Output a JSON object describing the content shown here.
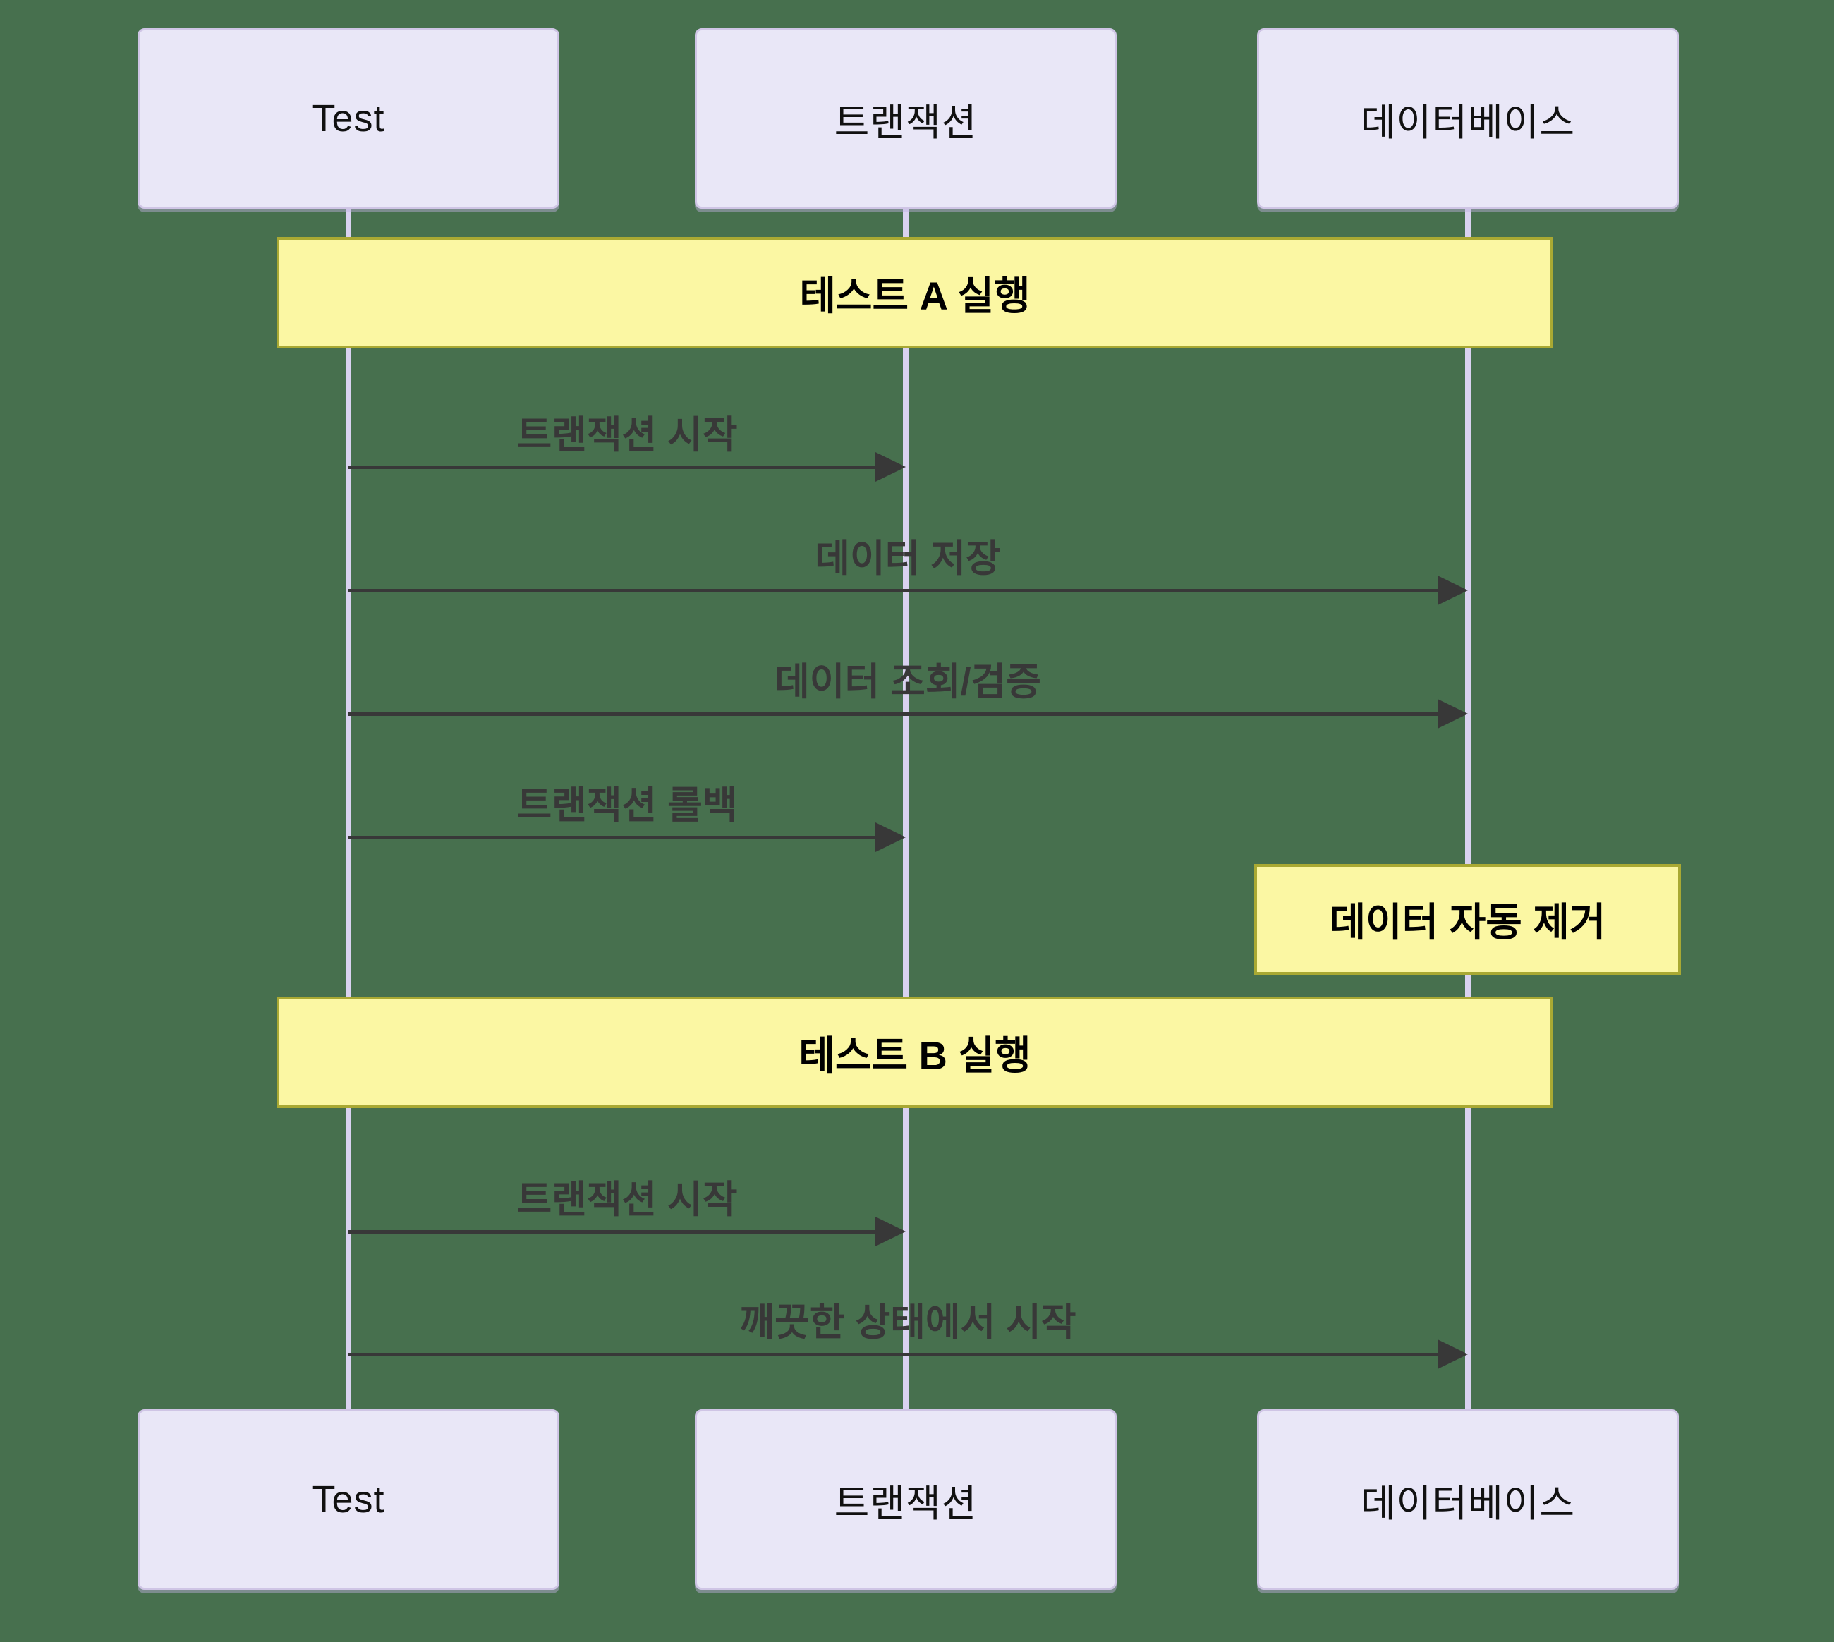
{
  "diagram_type": "sequence-diagram",
  "colors": {
    "background": "#47704E",
    "actor-fill": "#E9E7F7",
    "actor-border": "#CFC5E5",
    "lifeline": "#D9D2F0",
    "band-fill": "#FBF7A3",
    "band-border": "#A9A933",
    "arrow": "#383838",
    "message-text": "#383838",
    "actor-text": "#111111",
    "band-text": "#000000"
  },
  "actors": [
    {
      "id": "test",
      "label": "Test"
    },
    {
      "id": "transaction",
      "label": "트랜잭션"
    },
    {
      "id": "database",
      "label": "데이터베이스"
    }
  ],
  "bands": [
    {
      "label": "테스트 A 실행"
    },
    {
      "label": "테스트 B 실행"
    }
  ],
  "note": {
    "label": "데이터 자동 제거",
    "over": "데이터베이스"
  },
  "messages": [
    {
      "from": "Test",
      "to": "트랜잭션",
      "label": "트랜잭션 시작",
      "arrow": "solid"
    },
    {
      "from": "Test",
      "to": "데이터베이스",
      "label": "데이터 저장",
      "arrow": "solid"
    },
    {
      "from": "Test",
      "to": "데이터베이스",
      "label": "데이터 조회/검증",
      "arrow": "solid"
    },
    {
      "from": "Test",
      "to": "트랜잭션",
      "label": "트랜잭션 롤백",
      "arrow": "solid"
    },
    {
      "from": "Test",
      "to": "트랜잭션",
      "label": "트랜잭션 시작",
      "arrow": "solid"
    },
    {
      "from": "Test",
      "to": "데이터베이스",
      "label": "깨끗한 상태에서 시작",
      "arrow": "solid"
    }
  ]
}
